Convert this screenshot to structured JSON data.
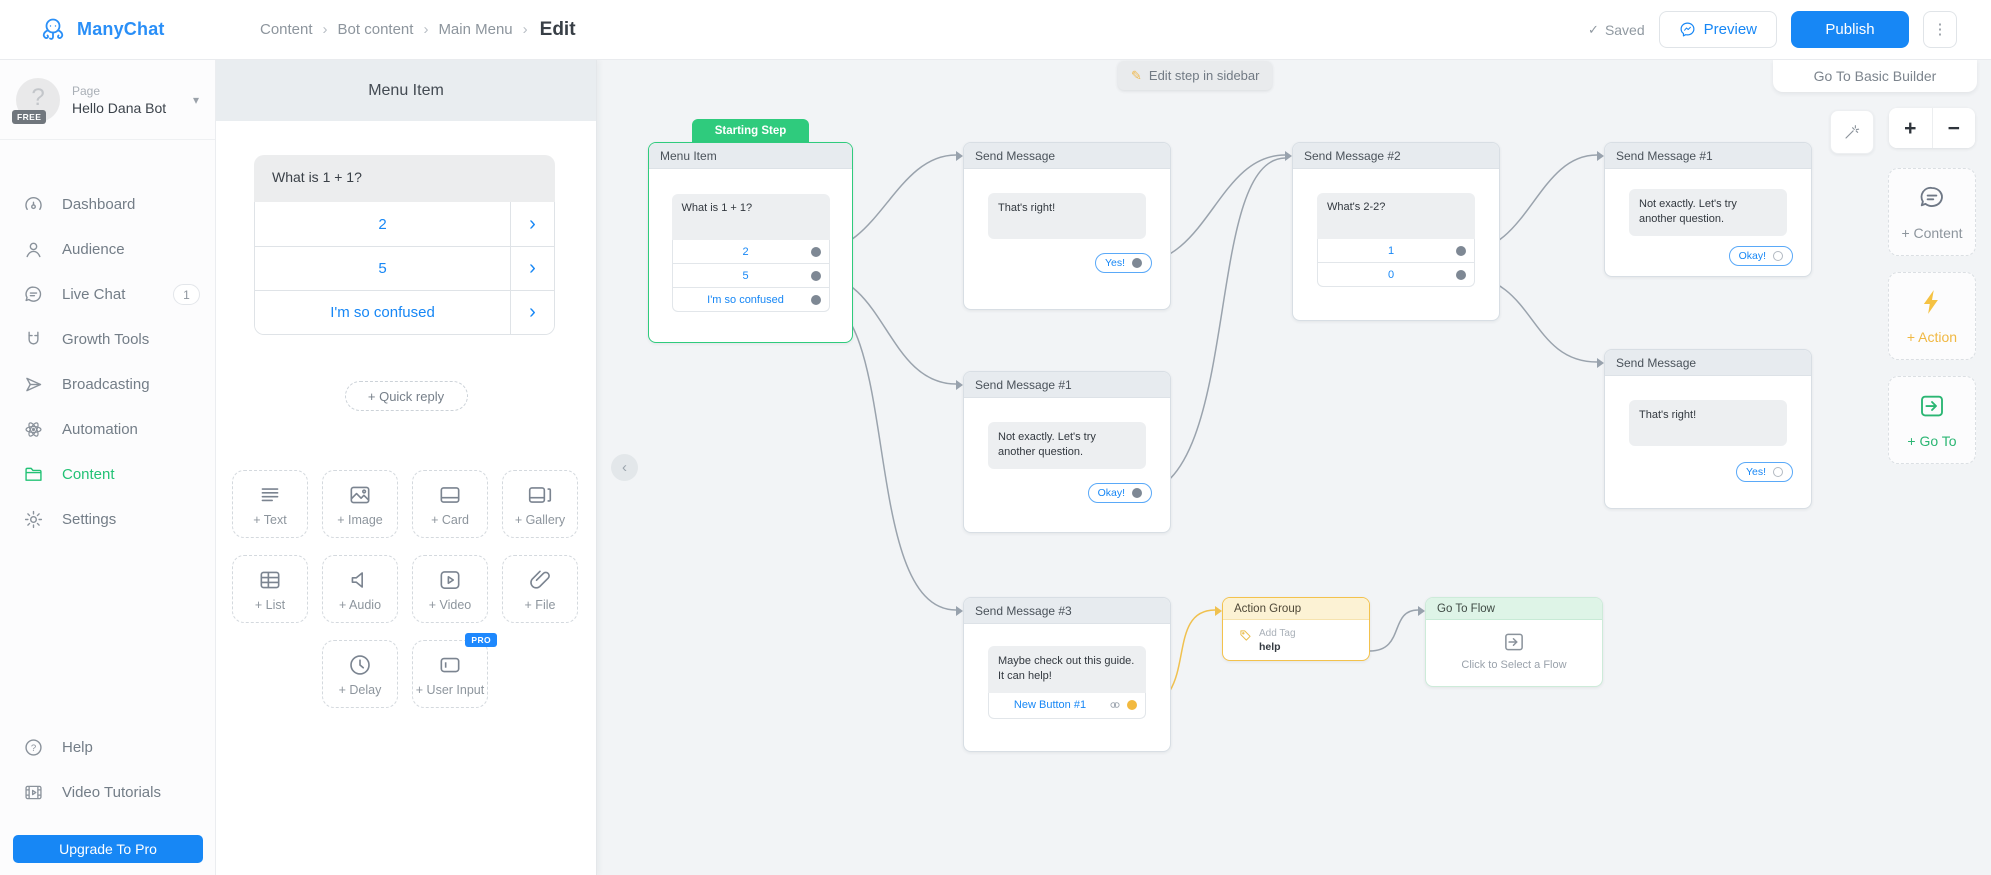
{
  "topbar": {
    "brand": "ManyChat",
    "breadcrumb": [
      "Content",
      "Bot content",
      "Main Menu"
    ],
    "current": "Edit",
    "saved_label": "Saved",
    "preview_label": "Preview",
    "publish_label": "Publish"
  },
  "sidebar": {
    "page_label": "Page",
    "page_name": "Hello Dana Bot",
    "free_badge": "FREE",
    "items": [
      {
        "label": "Dashboard"
      },
      {
        "label": "Audience"
      },
      {
        "label": "Live Chat",
        "badge": "1"
      },
      {
        "label": "Growth Tools"
      },
      {
        "label": "Broadcasting"
      },
      {
        "label": "Automation"
      },
      {
        "label": "Content"
      },
      {
        "label": "Settings"
      }
    ],
    "footer_items": [
      {
        "label": "Help"
      },
      {
        "label": "Video Tutorials"
      }
    ],
    "upgrade_label": "Upgrade To Pro"
  },
  "panel": {
    "title": "Menu Item",
    "question": "What is 1 + 1?",
    "options": [
      {
        "label": "2"
      },
      {
        "label": "5"
      },
      {
        "label": "I'm so confused"
      }
    ],
    "quick_reply_label": "+ Quick reply",
    "blocks": [
      {
        "label": "+ Text"
      },
      {
        "label": "+ Image"
      },
      {
        "label": "+ Card"
      },
      {
        "label": "+ Gallery"
      },
      {
        "label": "+ List"
      },
      {
        "label": "+ Audio"
      },
      {
        "label": "+ Video"
      },
      {
        "label": "+ File"
      },
      {
        "label": "+ Delay"
      },
      {
        "label": "+ User Input",
        "pro": "PRO"
      }
    ]
  },
  "canvas": {
    "tooltip": "Edit step in sidebar",
    "basic_builder_label": "Go To Basic Builder",
    "zoom_in": "+",
    "zoom_out": "−",
    "add_buttons": [
      {
        "label": "+ Content"
      },
      {
        "label": "+ Action"
      },
      {
        "label": "+ Go To"
      }
    ],
    "nodes": {
      "menu": {
        "tab": "Starting Step",
        "title": "Menu Item",
        "question": "What is 1 + 1?",
        "options": [
          "2",
          "5",
          "I'm so confused"
        ]
      },
      "sm_top": {
        "title": "Send Message",
        "bubble": "That's right!",
        "button": "Yes!"
      },
      "sm2": {
        "title": "Send Message #2",
        "bubble": "What's 2-2?",
        "options": [
          "1",
          "0"
        ]
      },
      "sm1_right": {
        "title": "Send Message #1",
        "bubble": "Not exactly. Let's try another question.",
        "button": "Okay!"
      },
      "sm_right": {
        "title": "Send Message",
        "bubble": "That's right!",
        "button": "Yes!"
      },
      "sm1_mid": {
        "title": "Send Message #1",
        "bubble": "Not exactly. Let's try another question.",
        "button": "Okay!"
      },
      "sm3": {
        "title": "Send Message #3",
        "bubble": "Maybe check out this guide. It can help!",
        "button": "New Button #1"
      },
      "action": {
        "title": "Action Group",
        "tag_label": "Add Tag",
        "tag_value": "help"
      },
      "goto": {
        "title": "Go To Flow",
        "body": "Click to Select a Flow"
      }
    }
  },
  "colors": {
    "accent_blue": "#1787f5",
    "green": "#2fcb7d",
    "yellow": "#f0c14f"
  }
}
